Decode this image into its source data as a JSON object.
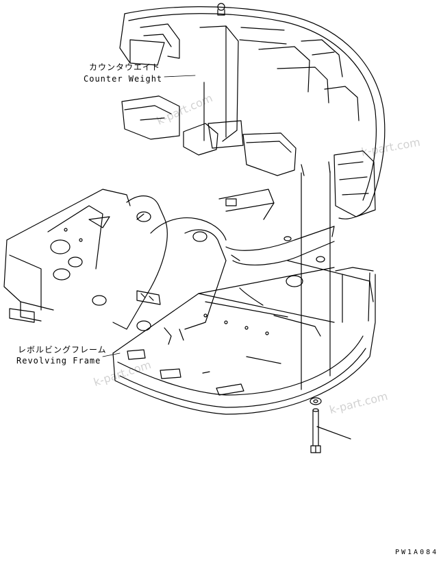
{
  "labels": {
    "counterweight_jp": "カウンタウエイト",
    "counterweight_en": "Counter Weight",
    "revolving_frame_jp": "レボルビングフレーム",
    "revolving_frame_en": "Revolving Frame"
  },
  "drawing_code": "PW1A084",
  "watermarks": [
    "k-part.com",
    "k-part.com",
    "k-part.com",
    "k-part.com"
  ],
  "colors": {
    "line": "#000000",
    "background": "#ffffff"
  }
}
